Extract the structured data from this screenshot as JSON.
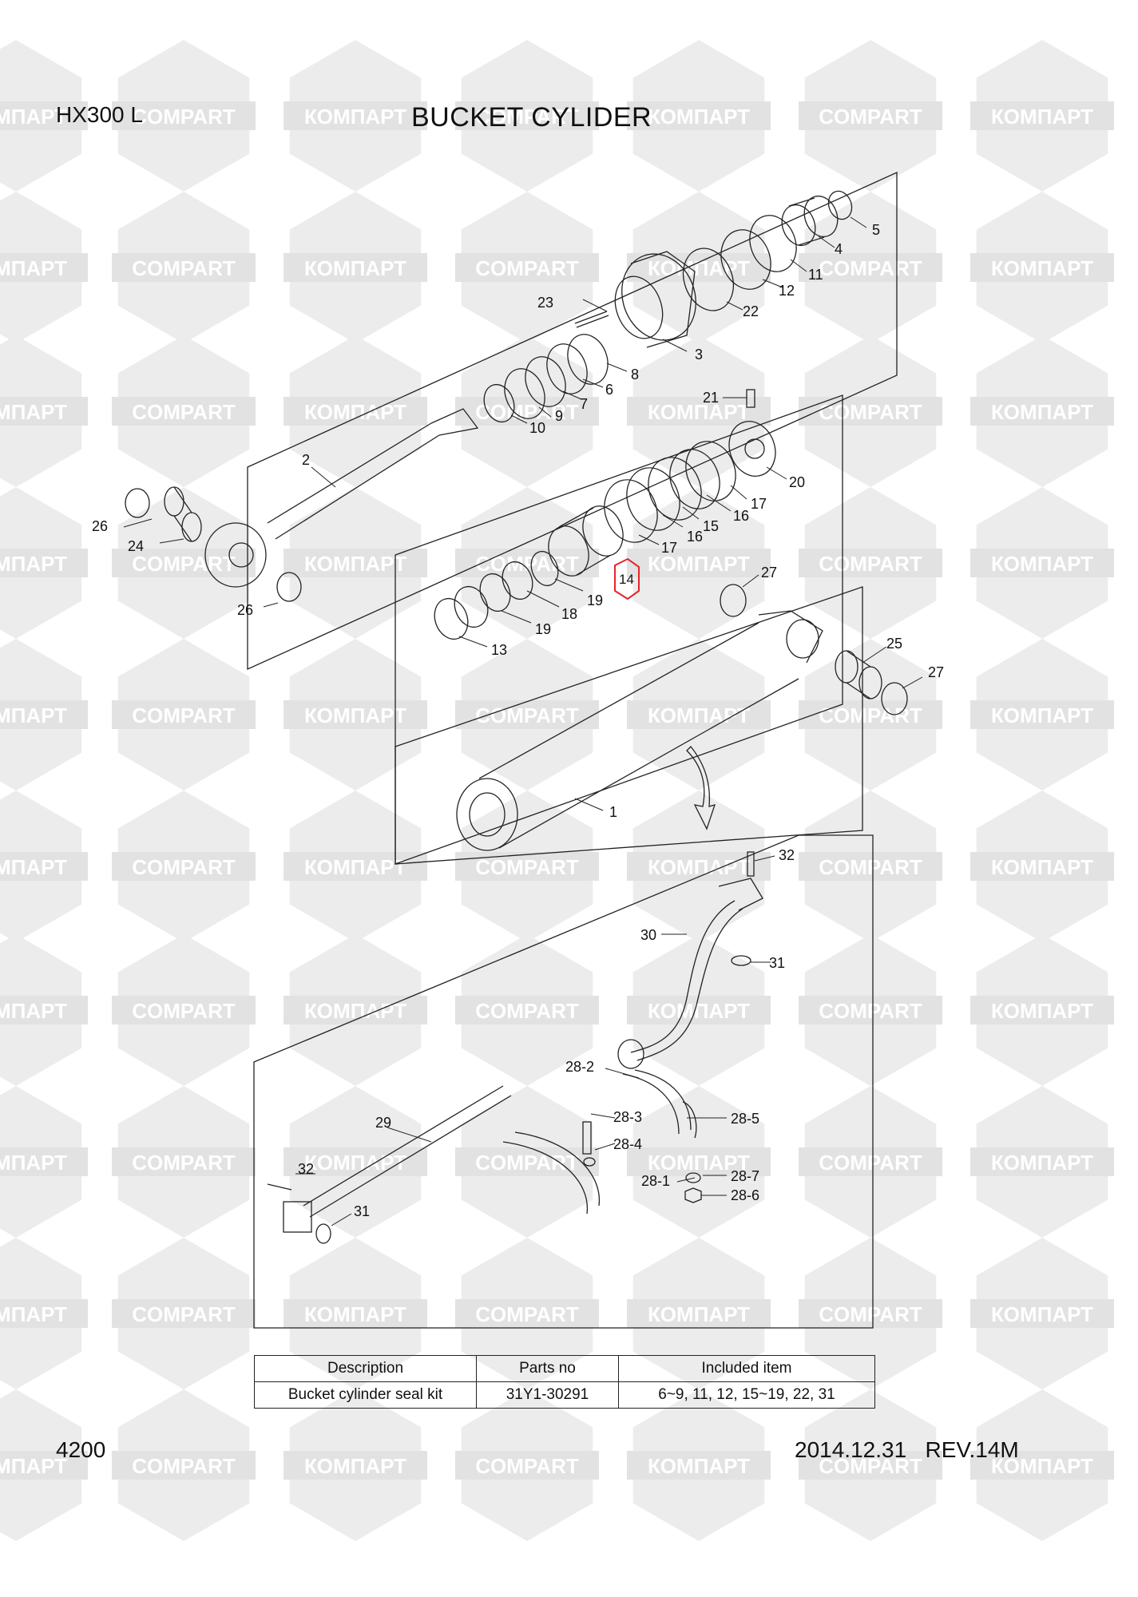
{
  "header": {
    "model": "HX300 L",
    "title": "BUCKET CYLIDER"
  },
  "watermark": {
    "text_cyrillic": "КОМПАРТ",
    "text_latin": "COMPART"
  },
  "callouts": [
    "1",
    "2",
    "3",
    "4",
    "5",
    "6",
    "7",
    "8",
    "9",
    "10",
    "11",
    "12",
    "13",
    "14",
    "15",
    "16",
    "17",
    "18",
    "19",
    "20",
    "21",
    "22",
    "23",
    "24",
    "25",
    "26",
    "27",
    "28-1",
    "28-2",
    "28-3",
    "28-4",
    "28-5",
    "28-6",
    "28-7",
    "29",
    "30",
    "31",
    "32"
  ],
  "highlight_color": "#e8232a",
  "seal_kit_table": {
    "headers": [
      "Description",
      "Parts no",
      "Included item"
    ],
    "rows": [
      [
        "Bucket cylinder seal kit",
        "31Y1-30291",
        "6~9, 11, 12, 15~19, 22, 31"
      ]
    ]
  },
  "footer": {
    "page_number": "4200",
    "revision": "2014.12.31   REV.14M"
  }
}
